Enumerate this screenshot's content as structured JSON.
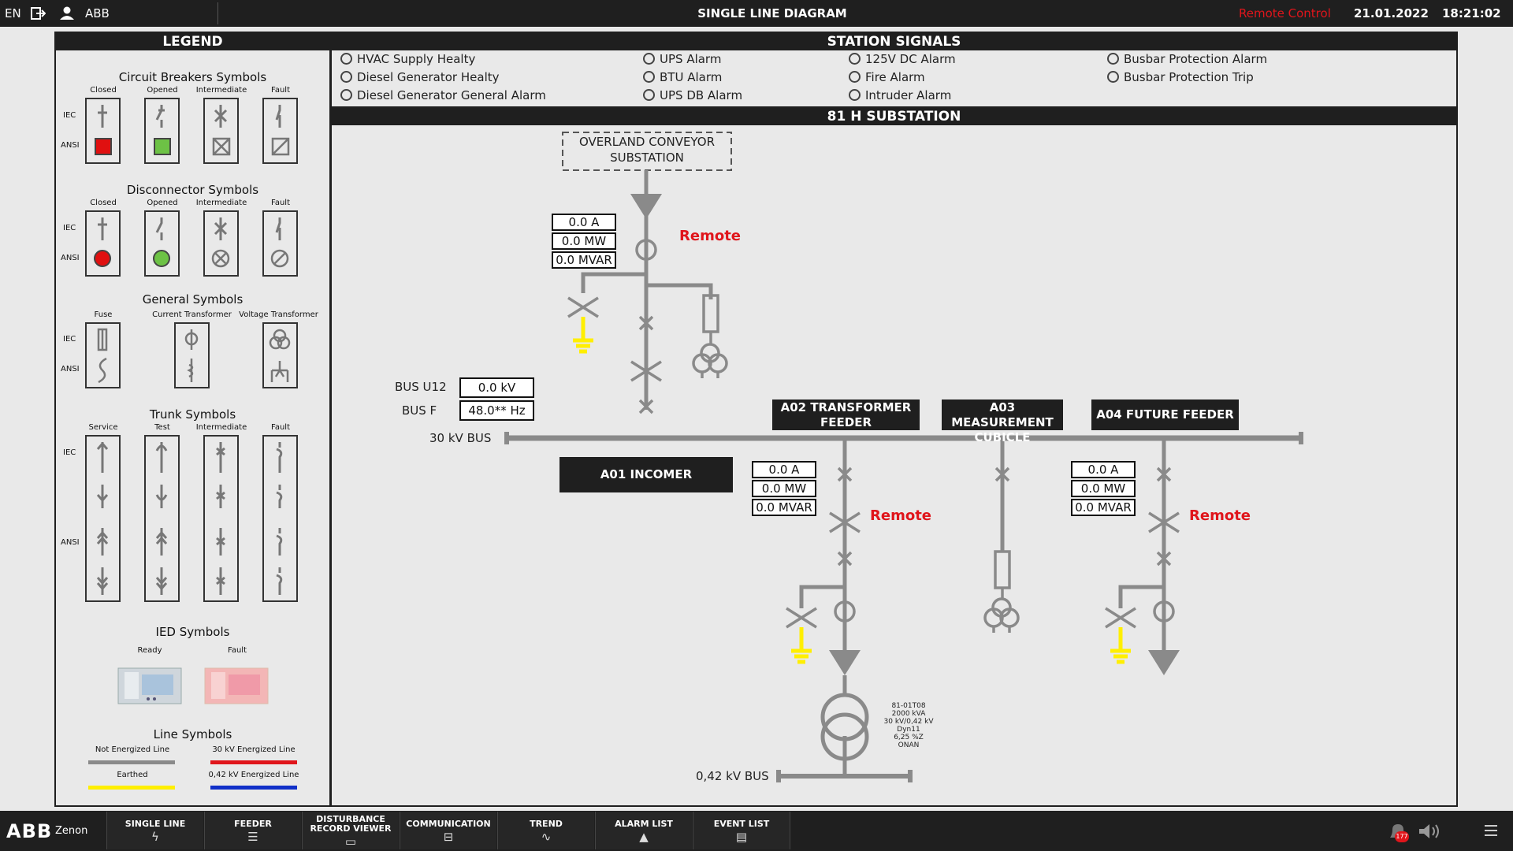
{
  "topbar": {
    "language": "EN",
    "user": "ABB",
    "title": "SINGLE LINE DIAGRAM",
    "control_mode": "Remote Control",
    "date": "21.01.2022",
    "time": "18:21:02"
  },
  "legend": {
    "title": "LEGEND",
    "breakers": {
      "title": "Circuit Breakers Symbols",
      "cols": [
        "Closed",
        "Opened",
        "Intermediate",
        "Fault"
      ],
      "iec": "IEC",
      "ansi": "ANSI"
    },
    "disconnectors": {
      "title": "Disconnector Symbols",
      "cols": [
        "Closed",
        "Opened",
        "Intermediate",
        "Fault"
      ],
      "iec": "IEC",
      "ansi": "ANSI"
    },
    "general": {
      "title": "General Symbols",
      "fuse": "Fuse",
      "ct": "Current Transformer",
      "vt": "Voltage Transformer",
      "iec": "IEC",
      "ansi": "ANSI"
    },
    "trunk": {
      "title": "Trunk Symbols",
      "cols": [
        "Service",
        "Test",
        "Intermediate",
        "Fault"
      ],
      "iec": "IEC",
      "ansi": "ANSI"
    },
    "ied": {
      "title": "IED Symbols",
      "ready": "Ready",
      "fault": "Fault"
    },
    "lines": {
      "title": "Line Symbols",
      "not_energized": "Not Energized Line",
      "energized_30": "30 kV Energized Line",
      "earthed": "Earthed",
      "energized_042": "0,42 kV Energized Line"
    }
  },
  "station_signals": {
    "title": "STATION SIGNALS",
    "items": [
      "HVAC Supply Healty",
      "Diesel Generator Healty",
      "Diesel Generator General Alarm",
      "UPS Alarm",
      "BTU Alarm",
      "UPS DB Alarm",
      "125V DC Alarm",
      "Fire Alarm",
      "Intruder Alarm",
      "Busbar Protection Alarm",
      "Busbar Protection Trip"
    ]
  },
  "substation": {
    "title": "81 H SUBSTATION",
    "source_label": "OVERLAND CONVEYOR SUBSTATION",
    "incomer_values": [
      "0.0 A",
      "0.0 MW",
      "0.0 MVAR"
    ],
    "remote": "Remote",
    "bus_u_label": "BUS U12",
    "bus_u_value": "0.0 kV",
    "bus_f_label": "BUS F",
    "bus_f_value": "48.0** Hz",
    "bus_label": "30 kV BUS",
    "a01": "A01 INCOMER",
    "a02": "A02 TRANSFORMER FEEDER",
    "a03": "A03 MEASUREMENT CUBICLE",
    "a04": "A04 FUTURE FEEDER",
    "a02_values": [
      "0.0 A",
      "0.0 MW",
      "0.0 MVAR"
    ],
    "a04_values": [
      "0.0 A",
      "0.0 MW",
      "0.0 MVAR"
    ],
    "transformer_info": [
      "81-01T08",
      "2000 kVA",
      "30 kV/0,42 kV",
      "Dyn11",
      "6,25 %Z",
      "ONAN"
    ],
    "lv_bus_label": "0,42 kV BUS"
  },
  "bottombar": {
    "brand": "ABB",
    "product": "Zenon",
    "nav": [
      {
        "label": "SINGLE LINE",
        "icon": "lightning-icon"
      },
      {
        "label": "FEEDER",
        "icon": "list-icon"
      },
      {
        "label": "DISTURBANCE RECORD VIEWER",
        "icon": "record-viewer-icon"
      },
      {
        "label": "COMMUNICATION",
        "icon": "network-icon"
      },
      {
        "label": "TREND",
        "icon": "trend-chart-icon"
      },
      {
        "label": "ALARM LIST",
        "icon": "bell-icon"
      },
      {
        "label": "EVENT LIST",
        "icon": "document-icon"
      }
    ],
    "alarm_count": "177"
  },
  "colors": {
    "remote": "#e0151b",
    "energized_30kv": "#e0151b",
    "earthed": "#ffef00",
    "energized_042": "#1030c8",
    "not_energized": "#8a8a8a"
  }
}
